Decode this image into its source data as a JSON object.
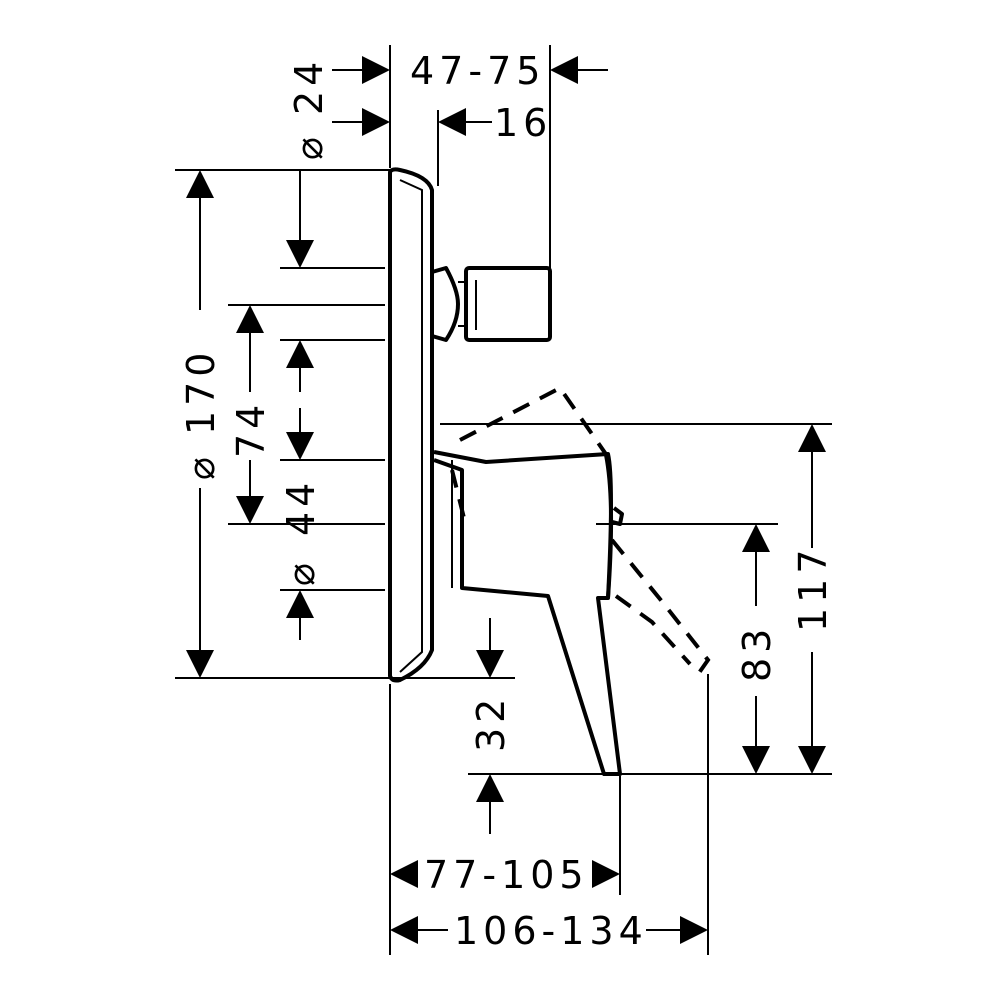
{
  "drawing": {
    "line_color": "#000000",
    "background": "#ffffff"
  },
  "dimensions": {
    "dia_24": "⌀ 24",
    "range_47_75": "47-75",
    "d16": "16",
    "dia_170": "⌀ 170",
    "d74": "74",
    "d44": "44",
    "dia_44": "⌀",
    "d32": "32",
    "d117": "117",
    "d83": "83",
    "range_77_105": "77-105",
    "range_106_134": "106-134"
  }
}
